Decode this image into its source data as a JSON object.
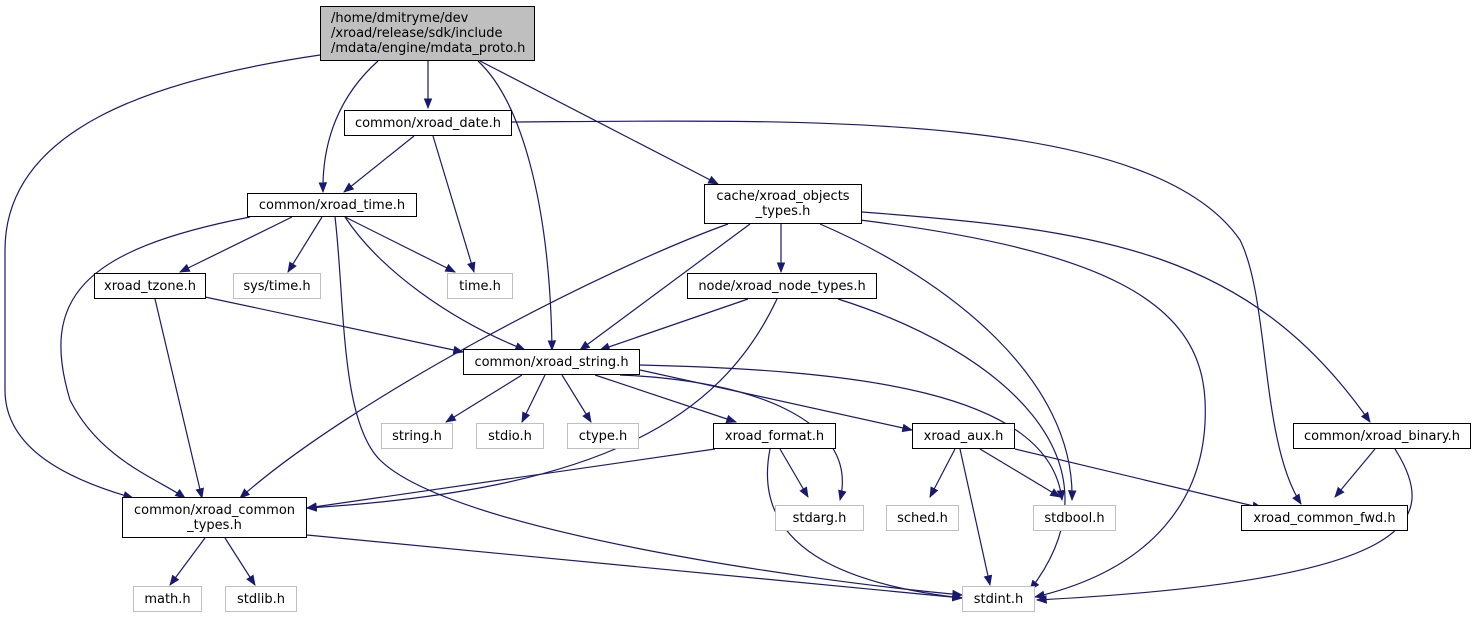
{
  "colors": {
    "edge": "#191970",
    "root_fill": "#bfbfbf",
    "project_border": "#000000",
    "system_border": "#bfbfbf"
  },
  "nodes": {
    "root": "/home/dmitryme/dev\n/xroad/release/sdk/include\n/mdata/engine/mdata_proto.h",
    "xroad_date": "common/xroad_date.h",
    "xroad_time": "common/xroad_time.h",
    "objects_types": "cache/xroad_objects\n_types.h",
    "xroad_tzone": "xroad_tzone.h",
    "sys_time": "sys/time.h",
    "time": "time.h",
    "node_types": "node/xroad_node_types.h",
    "xroad_string": "common/xroad_string.h",
    "string": "string.h",
    "stdio": "stdio.h",
    "ctype": "ctype.h",
    "xroad_format": "xroad_format.h",
    "xroad_aux": "xroad_aux.h",
    "xroad_binary": "common/xroad_binary.h",
    "common_types": "common/xroad_common\n_types.h",
    "stdarg": "stdarg.h",
    "sched": "sched.h",
    "stdbool": "stdbool.h",
    "common_fwd": "xroad_common_fwd.h",
    "math": "math.h",
    "stdlib": "stdlib.h",
    "stdint": "stdint.h"
  }
}
